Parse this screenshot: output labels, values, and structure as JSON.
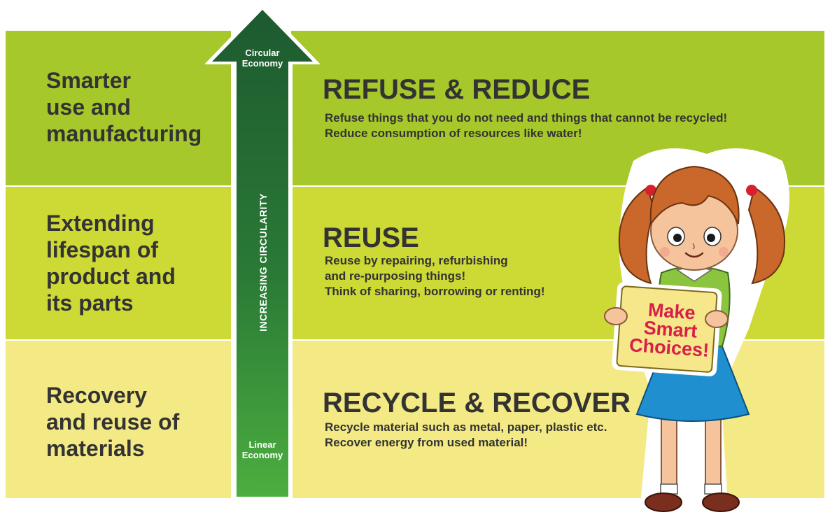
{
  "arrow": {
    "top_label_line1": "Circular",
    "top_label_line2": "Economy",
    "bottom_label_line1": "Linear",
    "bottom_label_line2": "Economy",
    "vertical_label": "INCREASING CIRCULARITY",
    "color_top": "#1d5a2f",
    "color_bottom": "#4cae3f"
  },
  "tiers": [
    {
      "left_lines": [
        "Smarter",
        "use and",
        "manufacturing"
      ],
      "heading": "REFUSE & REDUCE",
      "desc_lines": [
        "Refuse things that you do not need and things that cannot be recycled!",
        "Reduce consumption of resources like water!"
      ],
      "color": "#a6c82b"
    },
    {
      "left_lines": [
        "Extending",
        "lifespan of",
        "product and",
        "its parts"
      ],
      "heading": "REUSE",
      "desc_lines": [
        "Reuse by repairing, refurbishing",
        "and re-purposing things!",
        "Think of sharing, borrowing or renting!"
      ],
      "color": "#cdd934"
    },
    {
      "left_lines": [
        "Recovery",
        "and reuse of",
        "materials"
      ],
      "heading": "RECYCLE & RECOVER",
      "desc_lines": [
        "Recycle material such as metal, paper, plastic etc.",
        "Recover energy from used material!"
      ],
      "color": "#f4ea85"
    }
  ],
  "sign": {
    "lines": [
      "Make",
      "Smart",
      "Choices!"
    ],
    "text_color": "#d81f4a"
  }
}
